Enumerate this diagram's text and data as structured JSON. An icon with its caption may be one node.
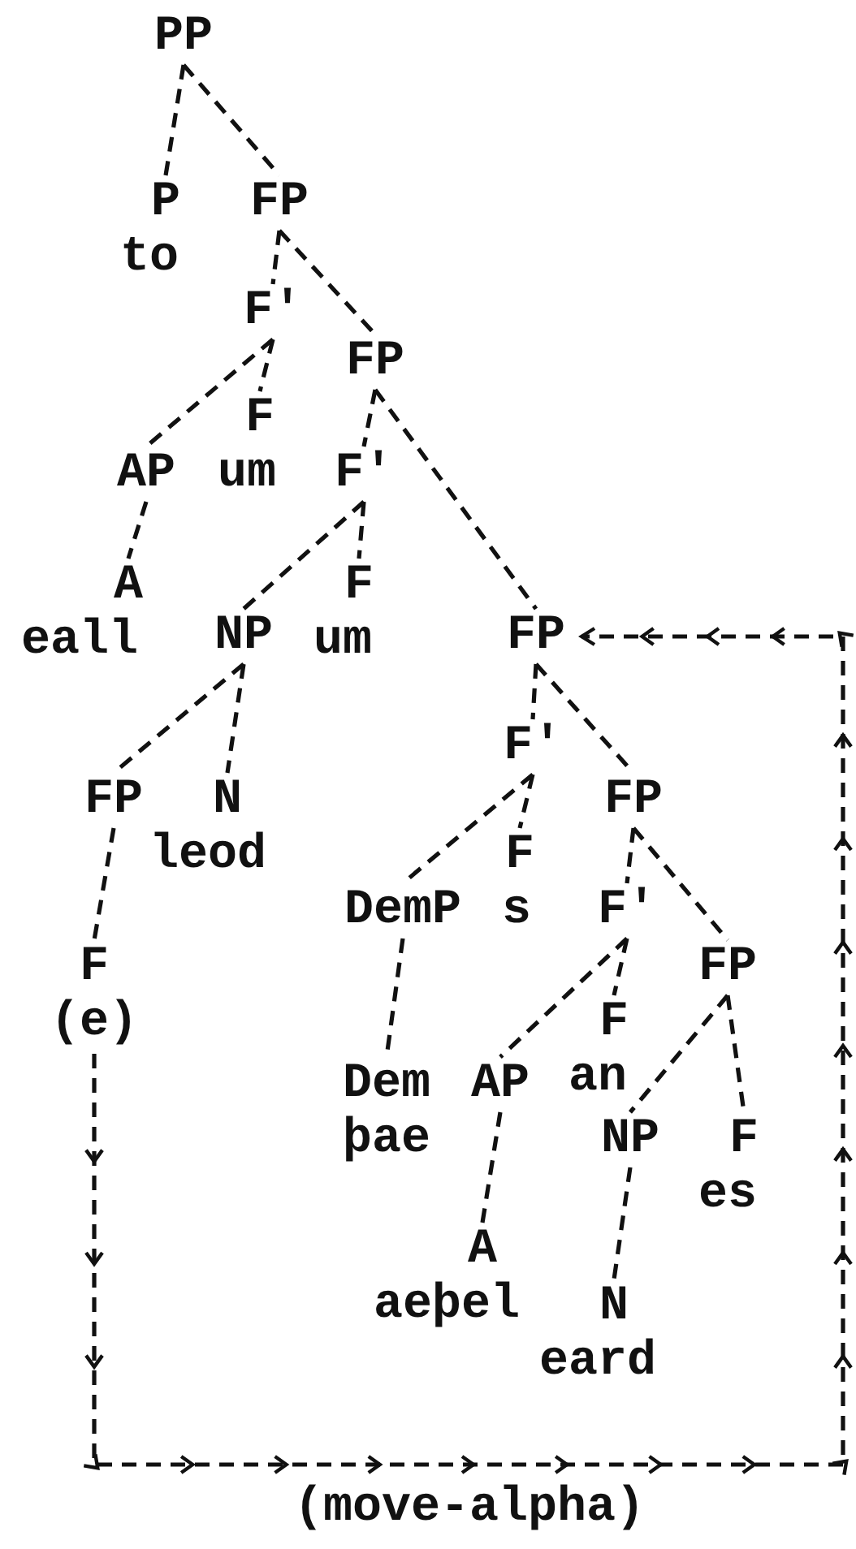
{
  "diagram": {
    "nodes": [
      {
        "text": [
          "PP"
        ]
      },
      {
        "text": [
          "P",
          "to"
        ]
      },
      {
        "text": [
          "FP"
        ]
      },
      {
        "text": [
          "F'"
        ]
      },
      {
        "text": [
          "FP"
        ]
      },
      {
        "text": [
          "AP"
        ]
      },
      {
        "text": [
          "F",
          "um"
        ]
      },
      {
        "text": [
          "F'"
        ]
      },
      {
        "text": [
          "A",
          "eall"
        ]
      },
      {
        "text": [
          "NP"
        ]
      },
      {
        "text": [
          "F",
          "um"
        ]
      },
      {
        "text": [
          "FP"
        ]
      },
      {
        "text": [
          "FP"
        ]
      },
      {
        "text": [
          "N",
          "leod"
        ]
      },
      {
        "text": [
          "F'"
        ]
      },
      {
        "text": [
          "FP"
        ]
      },
      {
        "text": [
          "DemP"
        ]
      },
      {
        "text": [
          "F",
          "s"
        ]
      },
      {
        "text": [
          "F'"
        ]
      },
      {
        "text": [
          "FP"
        ]
      },
      {
        "text": [
          "F",
          "(e)"
        ]
      },
      {
        "text": [
          "Dem",
          "þae"
        ]
      },
      {
        "text": [
          "AP"
        ]
      },
      {
        "text": [
          "F",
          "an"
        ]
      },
      {
        "text": [
          "NP"
        ]
      },
      {
        "text": [
          "F",
          "es"
        ]
      },
      {
        "text": [
          "A",
          "aeþel"
        ]
      },
      {
        "text": [
          "N",
          "eard"
        ]
      }
    ],
    "edges": [
      {
        "from": 0,
        "to": 1,
        "arrow": "none"
      },
      {
        "from": 0,
        "to": 2,
        "arrow": "none"
      },
      {
        "from": 2,
        "to": 3,
        "arrow": "none"
      },
      {
        "from": 2,
        "to": 4,
        "arrow": "none"
      },
      {
        "from": 3,
        "to": 5,
        "arrow": "none"
      },
      {
        "from": 3,
        "to": 6,
        "arrow": "none"
      },
      {
        "from": 4,
        "to": 7,
        "arrow": "none"
      },
      {
        "from": 4,
        "to": 11,
        "arrow": "none"
      },
      {
        "from": 5,
        "to": 8,
        "arrow": "none"
      },
      {
        "from": 7,
        "to": 9,
        "arrow": "none"
      },
      {
        "from": 7,
        "to": 10,
        "arrow": "none"
      },
      {
        "from": 9,
        "to": 12,
        "arrow": "none"
      },
      {
        "from": 9,
        "to": 13,
        "arrow": "none"
      },
      {
        "from": 11,
        "to": 14,
        "arrow": "none"
      },
      {
        "from": 11,
        "to": 15,
        "arrow": "none"
      },
      {
        "from": 12,
        "to": 20,
        "arrow": "none"
      },
      {
        "from": 14,
        "to": 16,
        "arrow": "none"
      },
      {
        "from": 14,
        "to": 17,
        "arrow": "none"
      },
      {
        "from": 15,
        "to": 18,
        "arrow": "none"
      },
      {
        "from": 15,
        "to": 19,
        "arrow": "none"
      },
      {
        "from": 16,
        "to": 21,
        "arrow": "none"
      },
      {
        "from": 18,
        "to": 22,
        "arrow": "none"
      },
      {
        "from": 18,
        "to": 23,
        "arrow": "none"
      },
      {
        "from": 19,
        "to": 24,
        "arrow": "none"
      },
      {
        "from": 19,
        "to": 25,
        "arrow": "none"
      },
      {
        "from": 22,
        "to": 26,
        "arrow": "none"
      },
      {
        "from": 24,
        "to": 27,
        "arrow": "none"
      },
      {
        "from": 20,
        "to": 11,
        "arrow": "to",
        "label": "(move-alpha)"
      }
    ]
  }
}
